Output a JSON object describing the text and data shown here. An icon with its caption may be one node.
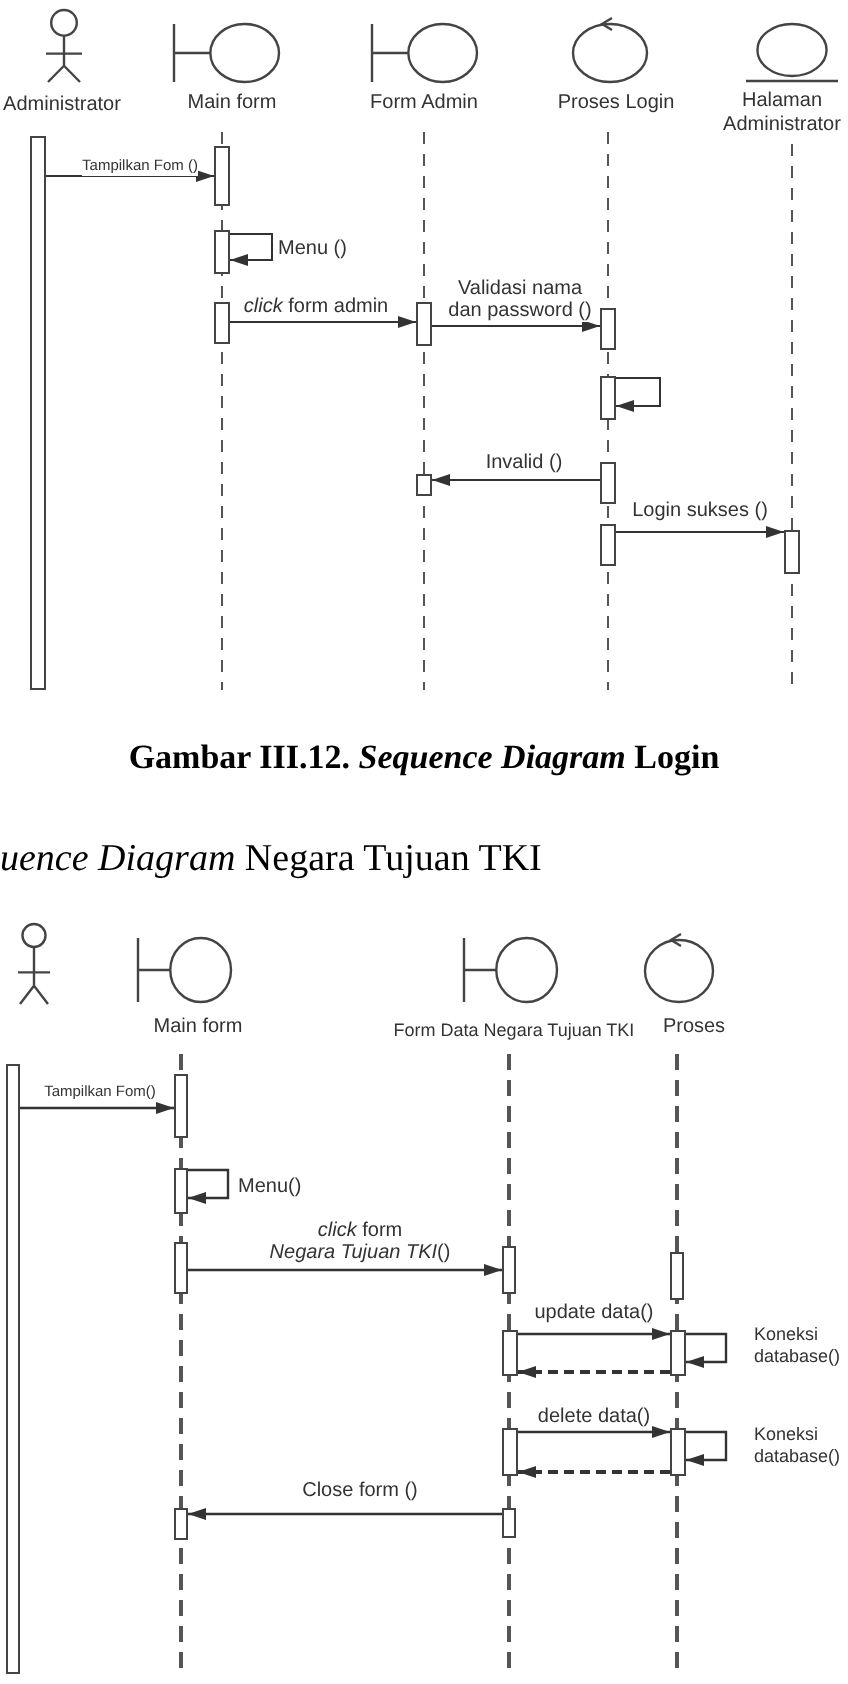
{
  "diagram": {
    "title": "*uence Diagram* Negara Tujuan TKI",
    "caption": "Gambar III.12. *Sequence Diagram* Login",
    "nodes": [
      {
        "text": [
          "Administrator"
        ]
      },
      {
        "text": [
          "Main form"
        ]
      },
      {
        "text": [
          "Form Admin"
        ]
      },
      {
        "text": [
          "Proses Login"
        ]
      },
      {
        "text": [
          "Halaman Administrator"
        ]
      },
      {
        "text": [],
        "shape": "bar"
      },
      {
        "text": [],
        "shape": "bar"
      },
      {
        "text": [],
        "shape": "bar"
      },
      {
        "text": [],
        "shape": "bar"
      },
      {
        "text": [],
        "shape": "bar"
      },
      {
        "text": [],
        "shape": "bar"
      },
      {
        "text": [],
        "shape": "bar"
      },
      {
        "text": [],
        "shape": "bar"
      },
      {
        "text": [],
        "shape": "bar"
      },
      {
        "text": [],
        "shape": "bar"
      },
      {
        "text": [],
        "shape": "bar"
      },
      {
        "text": [],
        "shape": "person"
      },
      {
        "text": [
          "Main form"
        ]
      },
      {
        "text": [
          "Form Data Negara Tujuan TKI"
        ]
      },
      {
        "text": [
          "Proses"
        ]
      },
      {
        "text": [],
        "shape": "bar"
      },
      {
        "text": [],
        "shape": "bar"
      },
      {
        "text": [],
        "shape": "bar"
      },
      {
        "text": [],
        "shape": "bar"
      },
      {
        "text": [],
        "shape": "bar"
      },
      {
        "text": [],
        "shape": "bar"
      },
      {
        "text": [],
        "shape": "bar"
      },
      {
        "text": [],
        "shape": "bar"
      },
      {
        "text": [],
        "shape": "bar"
      },
      {
        "text": [],
        "shape": "bar"
      },
      {
        "text": [],
        "shape": "bar"
      },
      {
        "text": [],
        "shape": "bar"
      }
    ],
    "edges": [
      {
        "from": 5,
        "to": 6,
        "arrow": "to",
        "label": "Tampilkan Fom ()"
      },
      {
        "from": 7,
        "to": 7,
        "arrow": "to",
        "label": "Menu ()"
      },
      {
        "from": 8,
        "to": 9,
        "arrow": "to",
        "label": "*click* form admin"
      },
      {
        "from": 9,
        "to": 10,
        "arrow": "to",
        "label": "Validasi nama dan password ()"
      },
      {
        "from": 11,
        "to": 11,
        "arrow": "to"
      },
      {
        "from": 12,
        "to": 13,
        "arrow": "to",
        "label": "Invalid ()"
      },
      {
        "from": 14,
        "to": 15,
        "arrow": "to",
        "label": "Login sukses ()"
      },
      {
        "from": 20,
        "to": 21,
        "arrow": "to",
        "label": "Tampilkan Fom()"
      },
      {
        "from": 22,
        "to": 22,
        "arrow": "to",
        "label": "Menu()"
      },
      {
        "from": 23,
        "to": 24,
        "arrow": "to",
        "label": "*click* form *Negara Tujuan TKI*()"
      },
      {
        "from": 26,
        "to": 27,
        "arrow": "to",
        "label": "update data()"
      },
      {
        "from": 27,
        "to": 27,
        "arrow": "to",
        "label": "Koneksi database()"
      },
      {
        "from": 27,
        "to": 26,
        "arrow": "to",
        "style": "dashed"
      },
      {
        "from": 28,
        "to": 29,
        "arrow": "to",
        "label": "delete data()"
      },
      {
        "from": 29,
        "to": 29,
        "arrow": "to",
        "label": "Koneksi database()"
      },
      {
        "from": 29,
        "to": 28,
        "arrow": "to",
        "style": "dashed"
      },
      {
        "from": 31,
        "to": 30,
        "arrow": "to",
        "label": "Close form ()"
      }
    ]
  }
}
